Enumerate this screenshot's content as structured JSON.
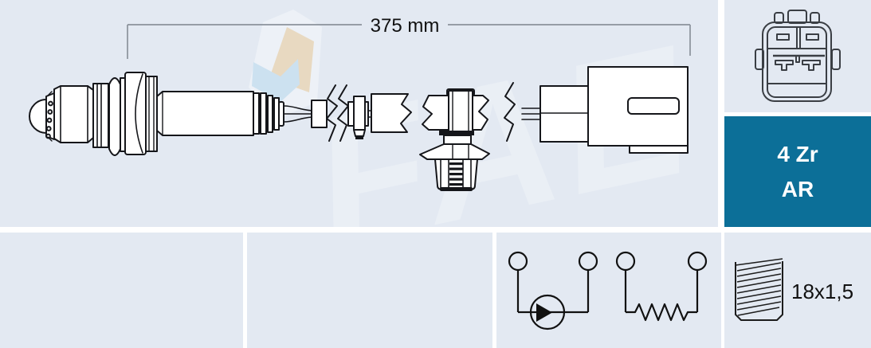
{
  "main": {
    "dimension_label": "375 mm",
    "watermark_text": "FAE"
  },
  "code_box": {
    "line1": "4 Zr",
    "line2": "AR"
  },
  "thread": {
    "label": "18x1,5"
  },
  "colors": {
    "panel_bg": "#e3e9f2",
    "gutter": "#ffffff",
    "code_box_bg": "#0c6f98",
    "code_box_text": "#ffffff",
    "drawing_line": "#15161a",
    "dimension_line": "#8b929c",
    "watermark_orange": "#ecd0a2",
    "watermark_blue": "#bedcf0"
  },
  "icons": {
    "connector_pinout": "connector-pinout-icon",
    "sensor_cell_circuit": "sensor-cell-circuit-icon",
    "heater_circuit": "heater-circuit-icon",
    "thread_stud": "thread-stud-icon"
  }
}
